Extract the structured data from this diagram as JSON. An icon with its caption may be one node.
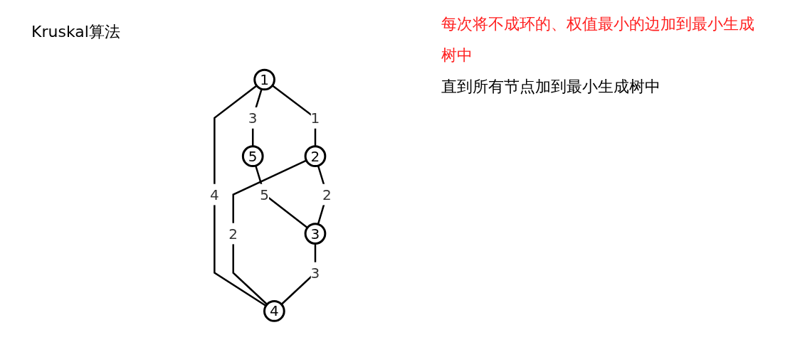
{
  "diagram": {
    "title": "Kruskal算法",
    "nodes": [
      {
        "text": [
          "5"
        ]
      },
      {
        "text": [
          "1"
        ]
      },
      {
        "text": [
          "4"
        ]
      },
      {
        "text": [
          "2"
        ]
      },
      {
        "text": [
          "3"
        ]
      }
    ],
    "edges": [
      {
        "from": 1,
        "to": 0,
        "arrow": "none",
        "label": "3"
      },
      {
        "from": 0,
        "to": 4,
        "arrow": "none",
        "label": "5"
      },
      {
        "from": 1,
        "to": 2,
        "arrow": "none",
        "label": "4"
      },
      {
        "from": 1,
        "to": 3,
        "arrow": "none",
        "label": "1"
      },
      {
        "from": 3,
        "to": 2,
        "arrow": "none",
        "label": "2"
      },
      {
        "from": 3,
        "to": 4,
        "arrow": "none",
        "label": "2"
      },
      {
        "from": 4,
        "to": 2,
        "arrow": "none",
        "label": "3"
      }
    ],
    "labels": [
      "每次将不成环的、权值最小的边加到最小生成树中",
      "直到所有节点加到最小生成树中"
    ]
  }
}
